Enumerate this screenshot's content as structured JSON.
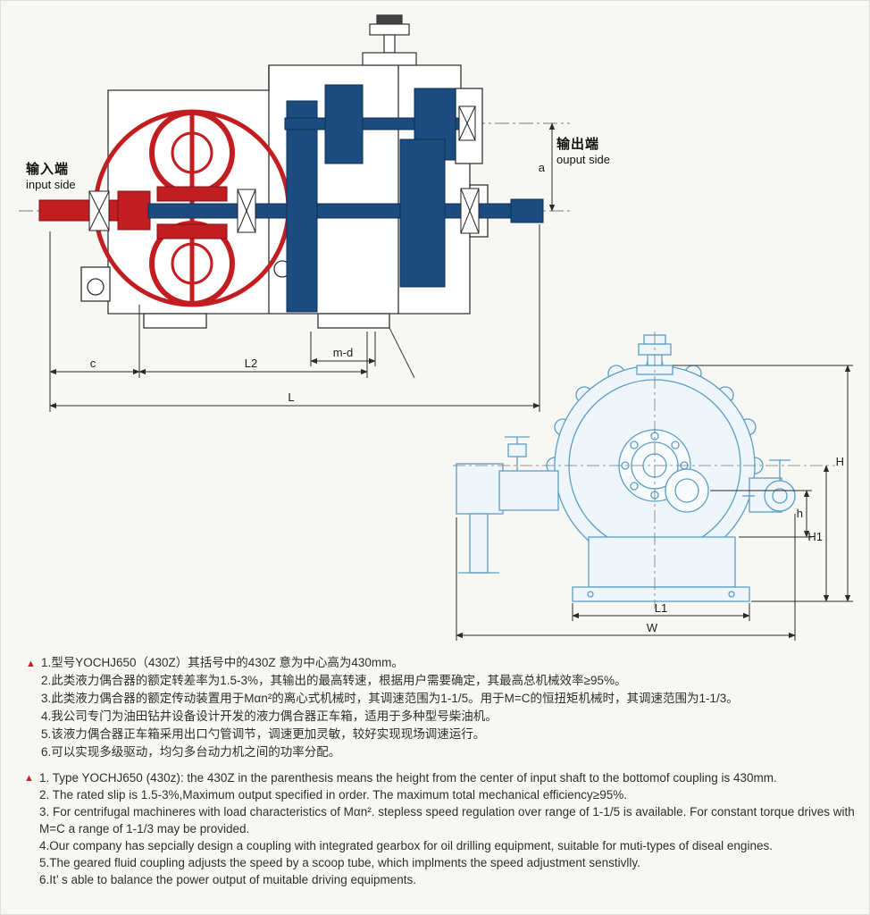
{
  "labels": {
    "input_cn": "输入端",
    "input_en": "input side",
    "output_cn": "输出端",
    "output_en": "ouput side"
  },
  "dimensions": {
    "top_view": {
      "a": "a",
      "c": "c",
      "l2": "L2",
      "md": "m-d",
      "l": "L"
    },
    "end_view": {
      "h_total": "H",
      "h_small": "h",
      "h1": "H1",
      "l1": "L1",
      "w": "W"
    }
  },
  "notes_cn": {
    "marker": "▲",
    "items": [
      "1.型号YOCHJ650（430Z）其括号中的430Z 意为中心高为430mm。",
      "2.此类液力偶合器的额定转差率为1.5-3%，其输出的最高转速，根据用户需要确定，其最高总机械效率≥95%。",
      "3.此类液力偶合器的额定传动装置用于Mαn²的离心式机械时，其调速范围为1-1/5。用于M=C的恒扭矩机械时，其调速范围为1-1/3。",
      "4.我公司专门为油田钻井设备设计开发的液力偶合器正车箱，适用于多种型号柴油机。",
      "5.该液力偶合器正车箱采用出口勺管调节，调速更加灵敏，较好实现现场调速运行。",
      "6.可以实现多级驱动，均匀多台动力机之间的功率分配。"
    ]
  },
  "notes_en": {
    "marker": "▲",
    "items": [
      "1. Type YOCHJ650 (430z): the 430Z in the parenthesis means the height from the center of input shaft to the bottomof coupling is 430mm.",
      "2. The rated slip is 1.5-3%,Maximum output specified in order. The maximum total mechanical efficiency≥95%.",
      "3. For centrifugal machineres with load characteristics of Mαn². stepless speed regulation over range of 1-1/5 is available. For constant torque drives with M=C a range of 1-1/3 may be provided.",
      "4.Our company has sepcially design a coupling with integrated gearbox for oil drilling equipment, suitable for muti-types of diseal engines.",
      "5.The geared fluid coupling adjusts the speed by a scoop tube, which implments the speed adjustment senstivlly.",
      "6.It’ s able to balance the power output of muitable driving equipments."
    ]
  },
  "colors": {
    "coupling_red": "#c21e22",
    "coupling_red_dark": "#7e1014",
    "gear_blue": "#1c4b80",
    "gear_blue_dark": "#0e2f54",
    "end_view_blue": "#5d9ec4",
    "end_view_fill": "#eef6fb",
    "note_marker_red": "#c8202a",
    "line_black": "#2b2b2b"
  }
}
